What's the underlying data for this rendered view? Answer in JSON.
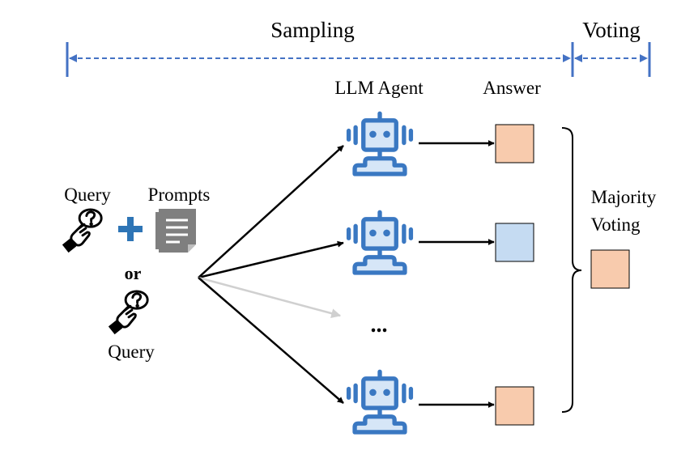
{
  "phases": {
    "sampling_label": "Sampling",
    "voting_label": "Voting"
  },
  "headers": {
    "agent_label": "LLM Agent",
    "answer_label": "Answer"
  },
  "inputs": {
    "query_label_top": "Query",
    "prompts_label": "Prompts",
    "or_label": "or",
    "query_label_bottom": "Query"
  },
  "ellipsis": "...",
  "voting": {
    "label_line1": "Majority",
    "label_line2": "Voting"
  },
  "agents": [
    {
      "answer_color": "#f8cbad"
    },
    {
      "answer_color": "#c5dbf2"
    },
    {
      "answer_color": "#f8cbad"
    }
  ],
  "result": {
    "answer_color": "#f8cbad"
  },
  "colors": {
    "phase_bar": "#4472c4",
    "robot": "#3a78c2",
    "robot_fill": "#d6e6f7",
    "plus": "#2e75b6",
    "prompt_icon": "#7f7f7f",
    "faded_arrow": "#d0d0d0"
  },
  "icons": {
    "agent": "robot-icon",
    "query": "hand-question-icon",
    "prompts": "document-icon",
    "plus": "plus-icon"
  }
}
